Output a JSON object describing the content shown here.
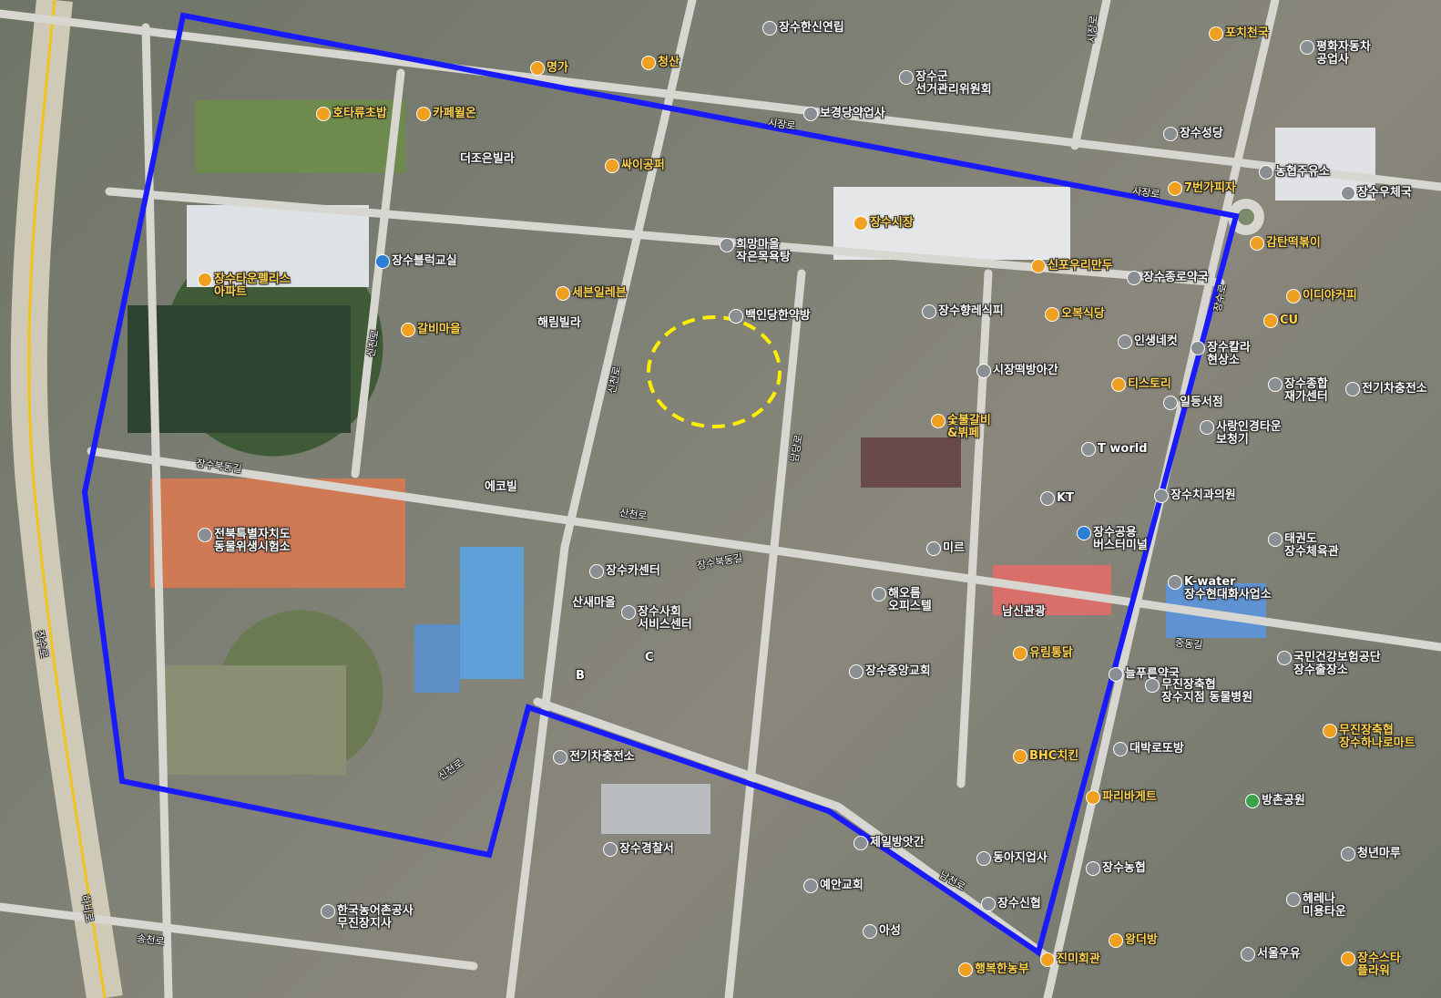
{
  "map": {
    "boundary_color": "#1a1aff",
    "highlight_color": "#ffee00",
    "road_labels": [
      {
        "text": "장수로"
      },
      {
        "text": "하비로"
      },
      {
        "text": "시장로"
      },
      {
        "text": "사장로"
      },
      {
        "text": "신천로"
      },
      {
        "text": "장수북동길"
      },
      {
        "text": "장수북동길"
      },
      {
        "text": "산천로"
      },
      {
        "text": "신천로"
      },
      {
        "text": "신천로"
      },
      {
        "text": "중동길"
      },
      {
        "text": "장수로"
      },
      {
        "text": "송천로"
      },
      {
        "text": "시장로"
      },
      {
        "text": "남당로"
      },
      {
        "text": "남천로"
      }
    ],
    "places": [
      {
        "text": "장수한신연립",
        "icon": "gray"
      },
      {
        "text": "포치천국",
        "icon": "food"
      },
      {
        "text": "평화자동차\n공업사",
        "icon": "gray"
      },
      {
        "text": "명가",
        "icon": "food"
      },
      {
        "text": "청산",
        "icon": "food"
      },
      {
        "text": "장수군\n선거관리위원회",
        "icon": "gray"
      },
      {
        "text": "보경당약업사",
        "icon": "gray"
      },
      {
        "text": "호타류초밥",
        "icon": "food"
      },
      {
        "text": "카페윌온",
        "icon": "food"
      },
      {
        "text": "장수성당",
        "icon": "gray"
      },
      {
        "text": "더조은빌라",
        "icon": "none"
      },
      {
        "text": "싸이공퍼",
        "icon": "food"
      },
      {
        "text": "7번가피자",
        "icon": "food"
      },
      {
        "text": "농협주유소",
        "icon": "gray"
      },
      {
        "text": "장수우체국",
        "icon": "gray"
      },
      {
        "text": "장수시장",
        "icon": "food"
      },
      {
        "text": "희망마을\n작은목욕탕",
        "icon": "gray"
      },
      {
        "text": "장수블럭교실",
        "icon": "blue"
      },
      {
        "text": "감탄떡볶이",
        "icon": "food"
      },
      {
        "text": "장수타운펠리스\n아파트",
        "icon": "food"
      },
      {
        "text": "신포우리만두",
        "icon": "food"
      },
      {
        "text": "장수종로약국",
        "icon": "gray"
      },
      {
        "text": "세븐일레븐",
        "icon": "food"
      },
      {
        "text": "이디야커피",
        "icon": "food"
      },
      {
        "text": "해림빌라",
        "icon": "none"
      },
      {
        "text": "갈비마을",
        "icon": "food"
      },
      {
        "text": "백인당한약방",
        "icon": "gray"
      },
      {
        "text": "장수향레식피",
        "icon": "gray"
      },
      {
        "text": "오복식당",
        "icon": "food"
      },
      {
        "text": "CU",
        "icon": "food"
      },
      {
        "text": "인생네컷",
        "icon": "gray"
      },
      {
        "text": "장수칼라\n현상소",
        "icon": "gray"
      },
      {
        "text": "시장떡방아간",
        "icon": "gray"
      },
      {
        "text": "장수종합\n재가센터",
        "icon": "gray"
      },
      {
        "text": "전기차충전소",
        "icon": "gray"
      },
      {
        "text": "티스토리",
        "icon": "food"
      },
      {
        "text": "일등서점",
        "icon": "gray"
      },
      {
        "text": "숯불갈비\n&뷔페",
        "icon": "food"
      },
      {
        "text": "사랑인경타운\n보청기",
        "icon": "gray"
      },
      {
        "text": "T world",
        "icon": "gray"
      },
      {
        "text": "에코빌",
        "icon": "none"
      },
      {
        "text": "장수치과의원",
        "icon": "gray"
      },
      {
        "text": "KT",
        "icon": "gray"
      },
      {
        "text": "전북특별자치도\n동물위생시험소",
        "icon": "gray"
      },
      {
        "text": "장수공용\n버스터미널",
        "icon": "blue"
      },
      {
        "text": "태권도\n장수체육관",
        "icon": "gray"
      },
      {
        "text": "미르",
        "icon": "gray"
      },
      {
        "text": "장수카센터",
        "icon": "gray"
      },
      {
        "text": "K-water\n장수현대화사업소",
        "icon": "gray"
      },
      {
        "text": "해오름\n오피스텔",
        "icon": "gray"
      },
      {
        "text": "산새마을",
        "icon": "none"
      },
      {
        "text": "장수사회\n서비스센터",
        "icon": "gray"
      },
      {
        "text": "남신관광",
        "icon": "none"
      },
      {
        "text": "유림통닭",
        "icon": "food"
      },
      {
        "text": "국민건강보험공단\n장수출장소",
        "icon": "gray"
      },
      {
        "text": "장수중앙교회",
        "icon": "gray"
      },
      {
        "text": "늘푸른약국",
        "icon": "gray"
      },
      {
        "text": "무진장축협\n장수지점 동물병원",
        "icon": "gray"
      },
      {
        "text": "무진장축협\n장수하나로마트",
        "icon": "food"
      },
      {
        "text": "전기차충전소",
        "icon": "gray"
      },
      {
        "text": "대박로또방",
        "icon": "gray"
      },
      {
        "text": "BHC치킨",
        "icon": "food"
      },
      {
        "text": "방촌공원",
        "icon": "green"
      },
      {
        "text": "파리바게트",
        "icon": "food"
      },
      {
        "text": "장수경찰서",
        "icon": "gray"
      },
      {
        "text": "제일방앗간",
        "icon": "gray"
      },
      {
        "text": "동아지업사",
        "icon": "gray"
      },
      {
        "text": "청년마루",
        "icon": "gray"
      },
      {
        "text": "장수농협",
        "icon": "gray"
      },
      {
        "text": "예안교회",
        "icon": "gray"
      },
      {
        "text": "장수신협",
        "icon": "gray"
      },
      {
        "text": "헤레나\n미용타운",
        "icon": "gray"
      },
      {
        "text": "한국농어촌공사\n무진장지사",
        "icon": "gray"
      },
      {
        "text": "아성",
        "icon": "gray"
      },
      {
        "text": "진미회관",
        "icon": "food"
      },
      {
        "text": "왕더방",
        "icon": "food"
      },
      {
        "text": "행복한농부",
        "icon": "food"
      },
      {
        "text": "서울우유",
        "icon": "gray"
      },
      {
        "text": "장수스타\n플라워",
        "icon": "food"
      },
      {
        "text": "B",
        "icon": "none"
      },
      {
        "text": "C",
        "icon": "none"
      }
    ]
  }
}
